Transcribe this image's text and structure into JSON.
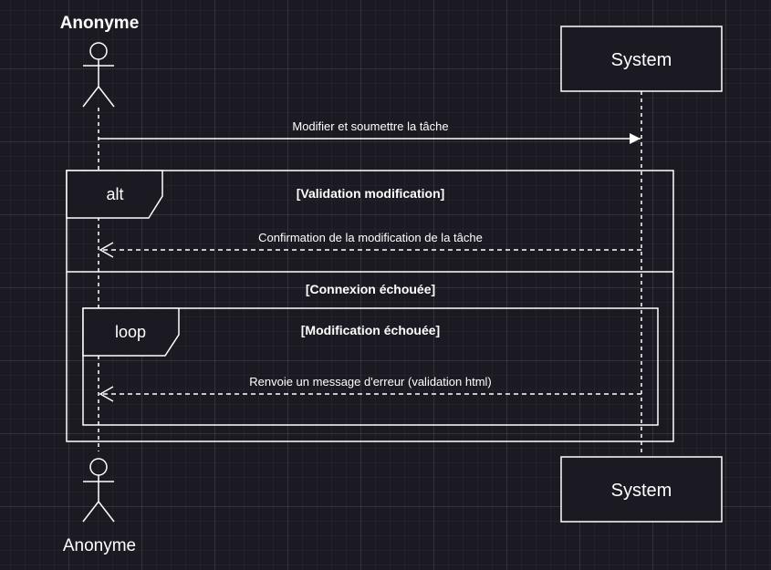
{
  "participants": {
    "actor": {
      "name_top": "Anonyme",
      "name_bottom": "Anonyme",
      "icon": "stick-figure-actor"
    },
    "system": {
      "name_top": "System",
      "name_bottom": "System"
    }
  },
  "messages": {
    "m1": "Modifier et soumettre  la tâche",
    "m2": "Confirmation de la modification de la tâche",
    "m3": "Renvoie un message d'erreur (validation html)"
  },
  "fragments": {
    "alt": {
      "operator": "alt",
      "guard1": "[Validation modification]",
      "guard2": "[Connexion échouée]"
    },
    "loop": {
      "operator": "loop",
      "guard": "[Modification échouée]"
    }
  },
  "colors": {
    "background": "#1b1a22",
    "stroke": "#ffffff",
    "box_fill": "#1b1a22"
  }
}
